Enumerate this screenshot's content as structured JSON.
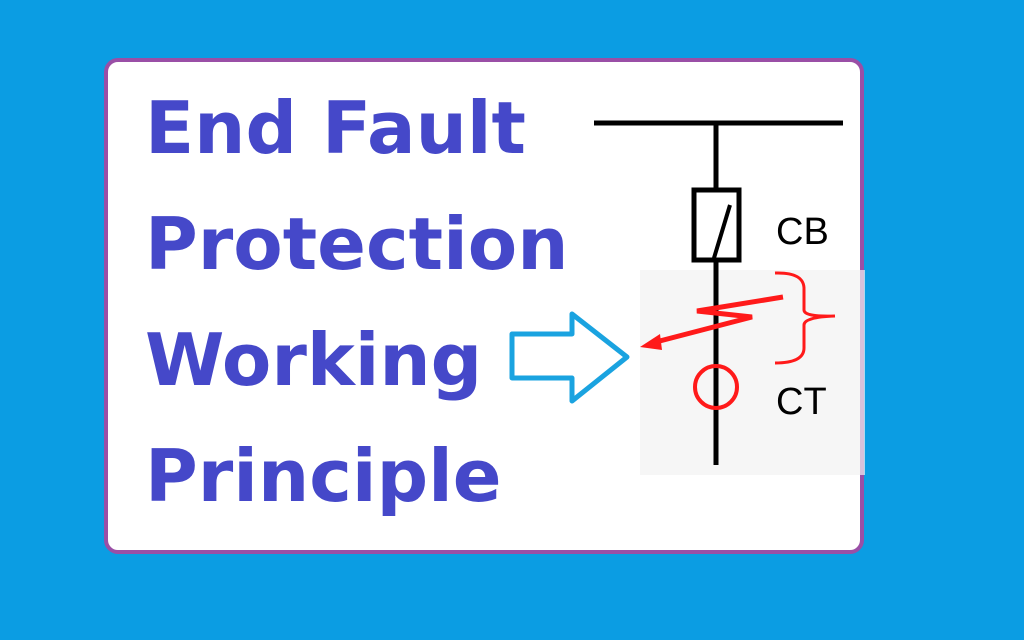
{
  "title_lines": [
    "End Fault",
    "Protection",
    "Working",
    "Principle"
  ],
  "diagram": {
    "cb_label": "CB",
    "ct_label": "CT"
  },
  "colors": {
    "background": "#0b9de3",
    "border": "#9a4fa6",
    "title": "#4548c9",
    "fault": "#ff1a1a",
    "arrow": "#1aa3e0"
  }
}
